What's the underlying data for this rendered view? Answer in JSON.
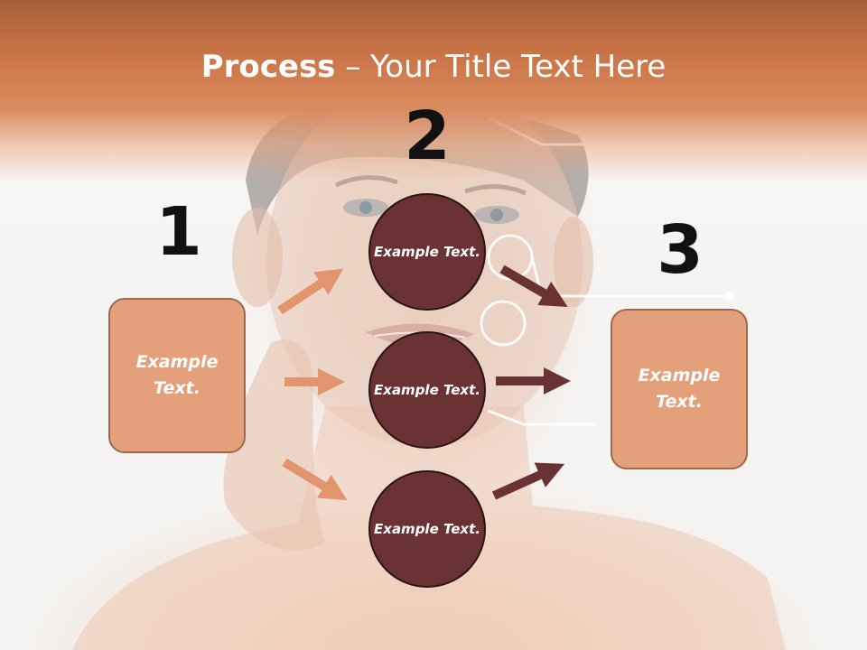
{
  "title": {
    "bold": "Process",
    "rest": " – Your Title Text Here"
  },
  "steps": [
    {
      "number": "1",
      "label": "Example Text."
    },
    {
      "number": "2",
      "label": "Example Text."
    },
    {
      "number": "3",
      "label": "Example Text."
    }
  ],
  "circles": [
    {
      "label": "Example Text."
    },
    {
      "label": "Example Text."
    },
    {
      "label": "Example Text."
    }
  ],
  "colors": {
    "header": "#d07a4a",
    "box_fill": "#e3a07b",
    "circle_fill": "#6b3233",
    "arrow_light": "#e2946c",
    "arrow_dark": "#6b3233"
  }
}
